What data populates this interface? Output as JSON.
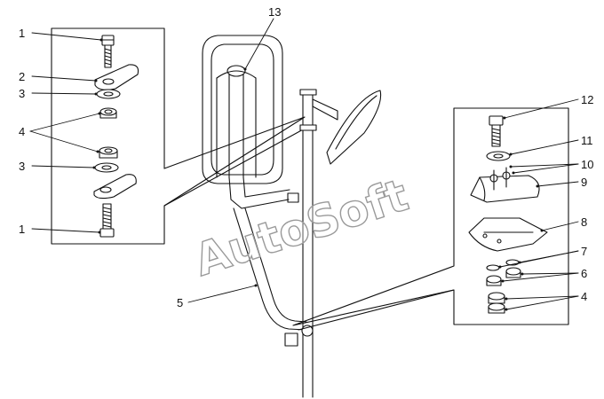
{
  "callouts": {
    "c1_top": "1",
    "c2": "2",
    "c3_top": "3",
    "c4_left": "4",
    "c3_bottom": "3",
    "c1_bottom": "1",
    "c5": "5",
    "c13": "13",
    "c12": "12",
    "c11": "11",
    "c10": "10",
    "c9": "9",
    "c8": "8",
    "c7": "7",
    "c6": "6",
    "c4_right": "4"
  },
  "watermark": "AutoSoft",
  "colors": {
    "ink": "#111111",
    "watermark_stroke": "#9a9a9a"
  }
}
